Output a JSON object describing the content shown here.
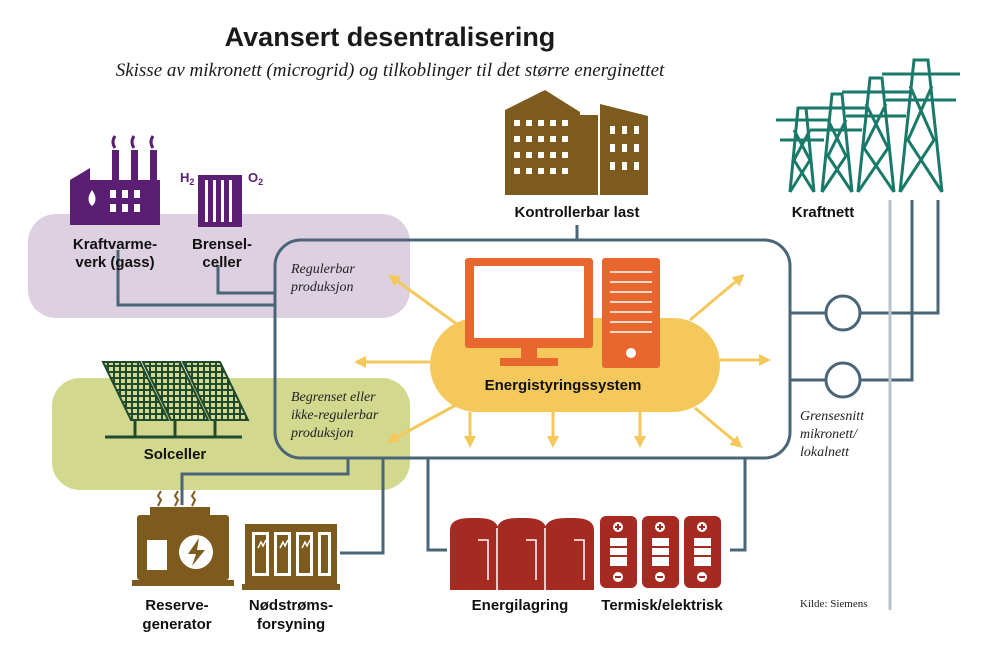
{
  "title": "Avansert desentralisering",
  "subtitle": "Skisse av mikronett (microgrid) og tilkoblinger til det større energinettet",
  "colors": {
    "purple": "#5a1f73",
    "purple_bg": "#ddd0e1",
    "green": "#1f4a2e",
    "green_bg": "#d2d98f",
    "brown": "#7d5a1e",
    "teal": "#1a7a6a",
    "orange": "#e9672f",
    "yellow": "#f5c85b",
    "red": "#a52a22",
    "line": "#4a6577"
  },
  "nodes": {
    "chp": {
      "label_line1": "Kraftvarme-",
      "label_line2": "verk (gass)",
      "icon": "factory-icon"
    },
    "fuel_cells": {
      "label_line1": "Brensel-",
      "label_line2": "celler",
      "h2": "H",
      "h2_sub": "2",
      "o2": "O",
      "o2_sub": "2",
      "icon": "fuel-cell-icon"
    },
    "controllable_load": {
      "label": "Kontrollerbar last",
      "icon": "building-icon"
    },
    "grid": {
      "label": "Kraftnett",
      "icon": "power-tower-icon"
    },
    "regulated": {
      "line1": "Regulerbar",
      "line2": "produksjon"
    },
    "limited": {
      "line1": "Begrenset eller",
      "line2": "ikke-regulerbar",
      "line3": "produksjon"
    },
    "solar": {
      "label": "Solceller",
      "icon": "solar-panel-icon"
    },
    "ems": {
      "label": "Energistyringssystem",
      "icon": "computer-icon"
    },
    "interface": {
      "line1": "Grensesnitt",
      "line2": "mikronett/",
      "line3": "lokalnett"
    },
    "backup_gen": {
      "label_line1": "Reserve-",
      "label_line2": "generator",
      "icon": "generator-icon"
    },
    "emergency": {
      "label_line1": "Nødstrøms-",
      "label_line2": "forsyning",
      "icon": "battery-bank-icon"
    },
    "storage": {
      "label": "Energilagring",
      "icon": "storage-tank-icon"
    },
    "thermal": {
      "label": "Termisk/elektrisk",
      "icon": "battery-icon"
    }
  },
  "source": "Kilde: Siemens"
}
